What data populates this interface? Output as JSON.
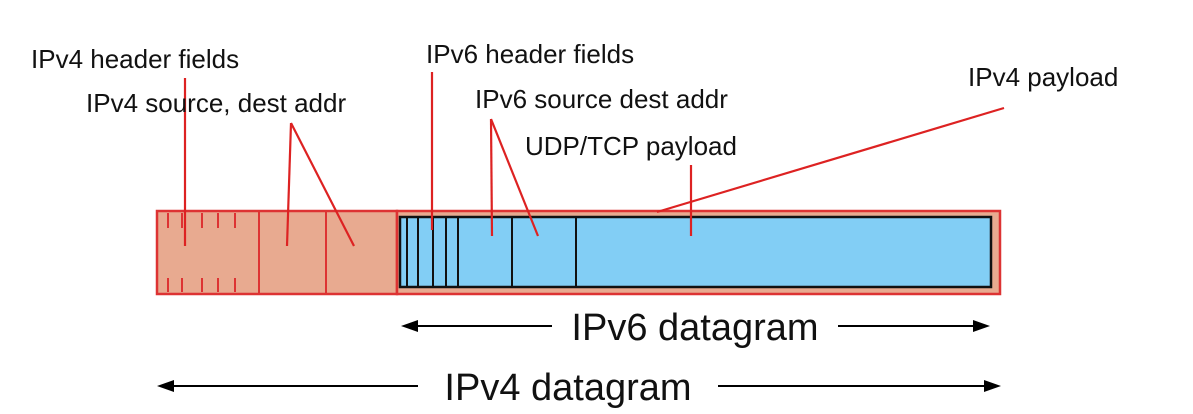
{
  "labels": {
    "ipv4_header_fields": "IPv4 header fields",
    "ipv4_source_dest_addr": "IPv4 source, dest addr",
    "ipv6_header_fields": "IPv6 header fields",
    "ipv6_source_dest_addr": "IPv6 source dest addr",
    "udp_tcp_payload": "UDP/TCP payload",
    "ipv4_payload": "IPv4 payload"
  },
  "spans": {
    "ipv6_datagram": "IPv6 datagram",
    "ipv4_datagram": "IPv4 datagram"
  },
  "colors": {
    "ipv4_fill": "#e8aa90",
    "ipv4_stroke": "#dd3333",
    "ipv6_fill": "#82cef5",
    "ipv6_stroke": "#111111",
    "callout_line": "#dd2222",
    "arrow": "#000000"
  }
}
